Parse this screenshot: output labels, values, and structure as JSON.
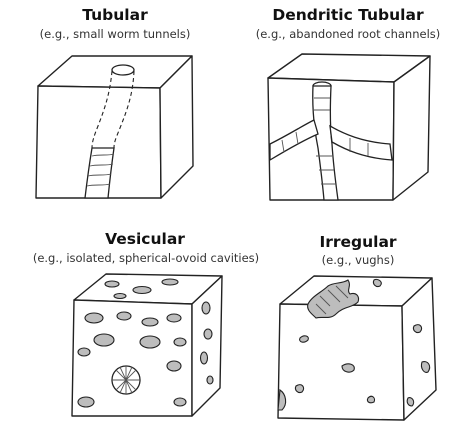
{
  "panels": [
    {
      "title": "Tubular",
      "example": "(e.g., small worm tunnels)"
    },
    {
      "title": "Dendritic Tubular",
      "example": "(e.g., abandoned root channels)"
    },
    {
      "title": "Vesicular",
      "example": "(e.g., isolated, spherical-ovoid cavities)"
    },
    {
      "title": "Irregular",
      "example": "(e.g., vughs)"
    }
  ],
  "colors": {
    "pore_fill": "#bdbdbd",
    "outline": "#222222",
    "background": "#ffffff"
  }
}
